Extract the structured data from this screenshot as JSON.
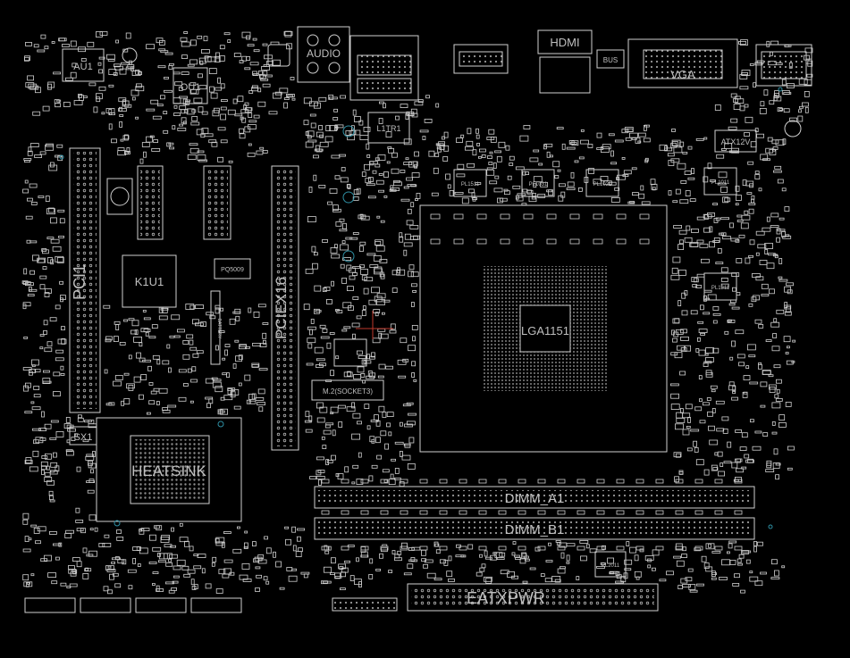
{
  "colors": {
    "background": "#000000",
    "outline": "#cfcfcf",
    "label": "#bfbfbf",
    "via": "#2e8fa3",
    "marker": "#c0392b"
  },
  "labels": {
    "au1": "AU1",
    "ou1": "OU1",
    "audio": "AUDIO",
    "hdmi": "HDMI",
    "bus": "BUS",
    "vga": "VGA",
    "l1tr1": "L1TR1",
    "atx12v": "ATX12V",
    "k1u1": "K1U1",
    "pq5009": "PQ5009",
    "battery": "BATTERY",
    "pci1": "PCI1",
    "pciex16": "PCIEX16",
    "m2": "M.2(SOCKET3)",
    "heatsink": "HEATSINK",
    "sx1": "SX1",
    "dimm_a1": "DIMM_A1",
    "dimm_b1": "DIMM_B1",
    "eatxpwr": "EATXPWR",
    "pl1311": "PL1311",
    "pl1031": "PL1031",
    "pl1021": "PL1021",
    "pl1011": "PL1011",
    "pl1511": "PL1511",
    "pl2011": "PL2011",
    "socket": "LGA1151"
  }
}
